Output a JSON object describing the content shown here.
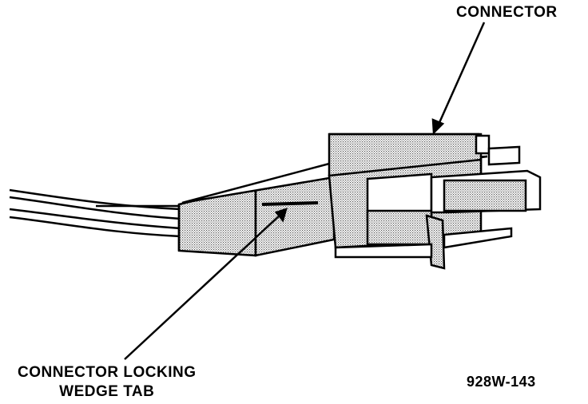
{
  "labels": {
    "connector": "CONNECTOR",
    "wedge_line1": "CONNECTOR LOCKING",
    "wedge_line2": "WEDGE TAB",
    "figure_id": "928W-143"
  },
  "colors": {
    "ink": "#000000",
    "shade": "#b8b8b8",
    "paper": "#ffffff"
  }
}
